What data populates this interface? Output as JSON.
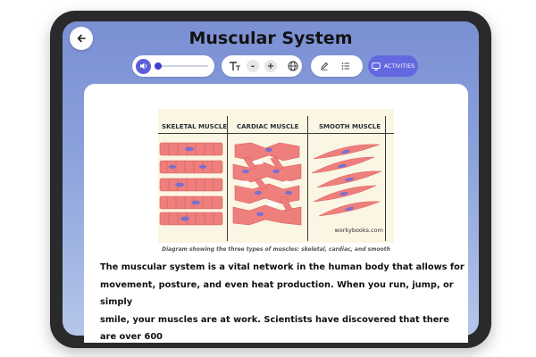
{
  "header": {
    "title": "Muscular System"
  },
  "toolbar": {
    "text_minus": "-",
    "text_plus": "+",
    "activities_label": "ACTIVITIES"
  },
  "figure": {
    "headings": [
      "SKELETAL MUSCLE",
      "CARDIAC MUSCLE",
      "SMOOTH MUSCLE"
    ],
    "credit": "workybooks.com",
    "caption": "Diagram showing the three types of muscles: skeletal, cardiac, and smooth"
  },
  "body": {
    "lines": [
      "The muscular system is a vital network in the human body that allows for",
      "movement, posture, and even heat production. When you run, jump, or simply",
      "smile, your muscles are at work. Scientists have discovered that there are over 600"
    ]
  },
  "icons": [
    "back-arrow-icon",
    "speaker-icon",
    "text-size-icon",
    "globe-icon",
    "pencil-icon",
    "list-icon",
    "activities-icon"
  ],
  "colors": {
    "accent": "#5c5fdc",
    "muscle": "#ef7f7c",
    "nucleus": "#7b6fcf",
    "figure_bg": "#fbf5e3"
  }
}
